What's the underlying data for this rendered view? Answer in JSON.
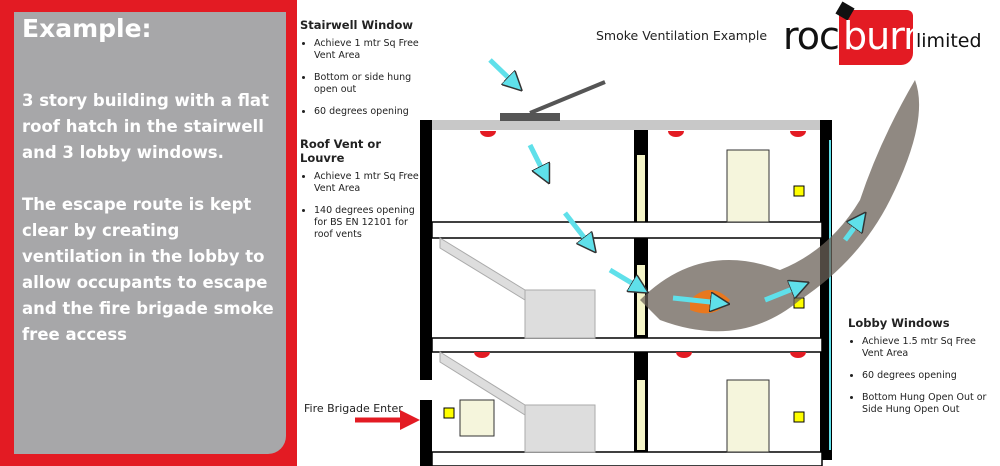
{
  "panel": {
    "heading": "Example:",
    "para1": "3 story building with a flat roof hatch in the stairwell and 3 lobby windows.",
    "para2": "The escape route is kept clear by creating ventilation in the lobby to allow occupants to escape and the fire brigade smoke free access"
  },
  "title": "Smoke Ventilation Example",
  "logo": {
    "part1": "roc",
    "part2": "burn",
    "part3": "limited"
  },
  "stairwell": {
    "heading": "Stairwell Window",
    "items": [
      "Achieve 1 mtr Sq Free Vent Area",
      "Bottom or side hung open out",
      "60 degrees opening"
    ]
  },
  "roofvent": {
    "heading": "Roof Vent or Louvre",
    "items": [
      "Achieve 1 mtr Sq Free Vent Area",
      "140 degrees opening for BS EN 12101 for roof vents"
    ]
  },
  "lobby": {
    "heading": "Lobby Windows",
    "items": [
      "Achieve 1.5 mtr Sq Free Vent Area",
      "60 degrees opening",
      "Bottom Hung Open Out or Side Hung Open Out"
    ]
  },
  "fire_brigade": "Fire Brigade Enter",
  "colors": {
    "red": "#e31b23",
    "panel": "#a7a7a9",
    "arrow": "#5fe0ea"
  }
}
